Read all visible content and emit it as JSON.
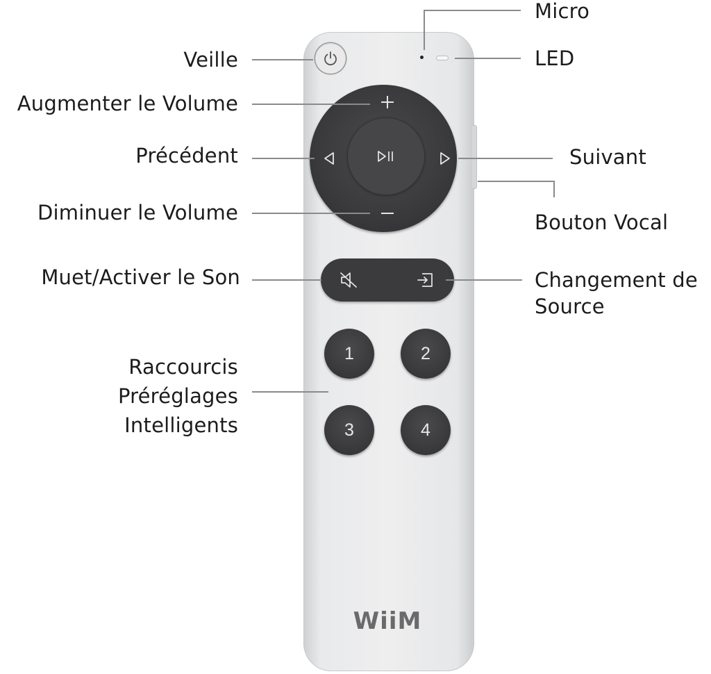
{
  "labels": {
    "micro": "Micro",
    "led": "LED",
    "veille": "Veille",
    "volume_up": "Augmenter le Volume",
    "previous": "Précédent",
    "next": "Suivant",
    "volume_down": "Diminuer le Volume",
    "voice": "Bouton Vocal",
    "mute": "Muet/Activer le Son",
    "source_line1": "Changement de",
    "source_line2": "Source",
    "presets_line1": "Raccourcis",
    "presets_line2": "Préréglages",
    "presets_line3": "Intelligents"
  },
  "remote": {
    "brand": "WiiM",
    "preset_buttons": [
      "1",
      "2",
      "3",
      "4"
    ]
  },
  "colors": {
    "body": "#eeeeef",
    "buttons": "#3b3b3d",
    "leader": "#8a8a8a",
    "text": "#1c1c1c"
  },
  "icons": {
    "power": "power-icon",
    "plus": "plus-icon",
    "minus": "minus-icon",
    "previous": "triangle-left-icon",
    "next": "triangle-right-icon",
    "play_pause": "play-pause-icon",
    "mute": "speaker-mute-icon",
    "source": "input-source-icon"
  }
}
